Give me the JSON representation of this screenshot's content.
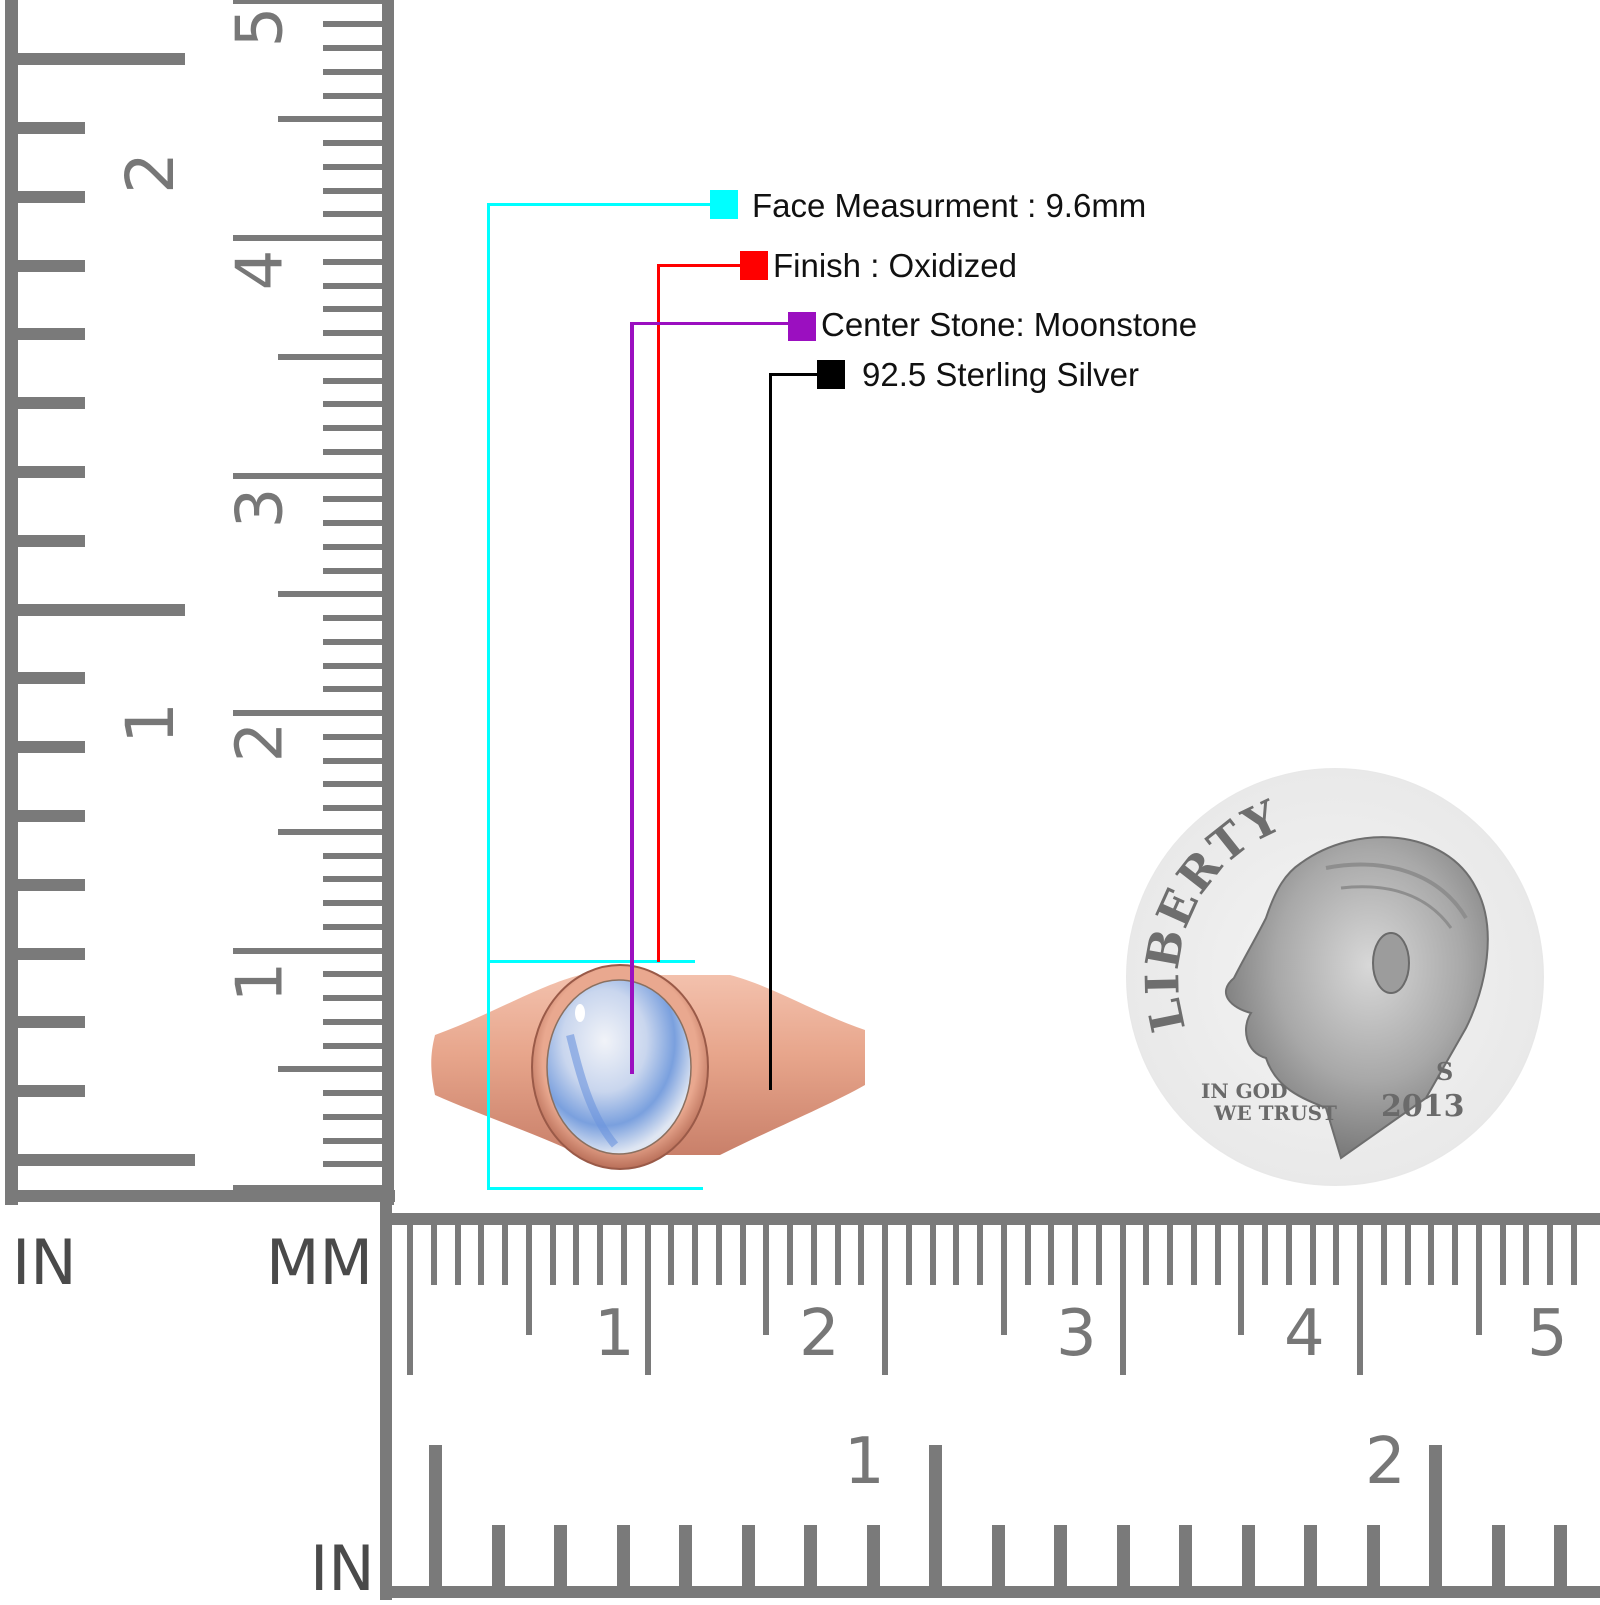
{
  "callouts": [
    {
      "id": "face",
      "label": "Face Measurment : 9.6mm",
      "color": "#00FFFF"
    },
    {
      "id": "finish",
      "label": "Finish : Oxidized",
      "color": "#FF0000"
    },
    {
      "id": "stone",
      "label": "Center Stone: Moonstone",
      "color": "#9B0FC0"
    },
    {
      "id": "metal",
      "label": "92.5 Sterling Silver",
      "color": "#000000"
    }
  ],
  "rulers": {
    "vertical": {
      "unit_inch": "IN",
      "unit_mm": "MM",
      "inch_labels": [
        "1",
        "2"
      ],
      "cm_labels": [
        "1",
        "2",
        "3",
        "4",
        "5"
      ]
    },
    "horizontal": {
      "unit_inch": "IN",
      "cm_labels": [
        "1",
        "2",
        "3",
        "4",
        "5"
      ],
      "inch_labels": [
        "1",
        "2"
      ]
    },
    "color": "#7A7A7A"
  },
  "coin": {
    "legend": "LIBERTY",
    "motto_line1": "IN GOD",
    "motto_line2": "WE TRUST",
    "mint_mark": "S",
    "year": "2013"
  },
  "product": {
    "metal_color": "#E8A58C",
    "stone": "Moonstone"
  }
}
